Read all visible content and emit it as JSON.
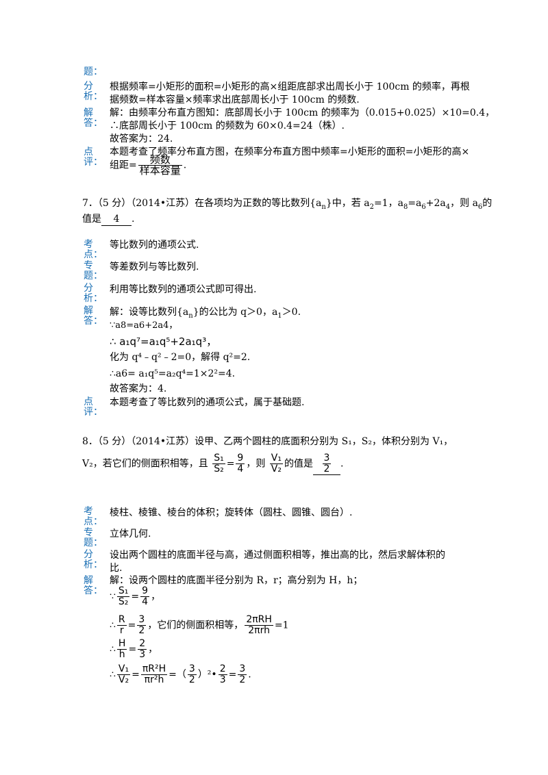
{
  "top": {
    "ti_tail": "题：",
    "fenxi_1": "分",
    "fenxi_2": "析：",
    "fenxi_line1": "根据频率=小矩形的面积=小矩形的高×组距底部求出周长小于 100cm 的频率，再根",
    "fenxi_line2": "据频数=样本容量×频率求出底部周长小于 100cm 的频数.",
    "jieda_1": "解",
    "jieda_2": "答：",
    "jie_line1": "解：由频率分布直方图知：底部周长小于 100cm 的频率为（0.015+0.025）×10=0.4，",
    "jie_line2": "∴底部周长小于 100cm 的频数为 60×0.4=24（株）.",
    "jie_line3": "故答案为：24.",
    "dianping_1": "点",
    "dianping_2": "评：",
    "dp_line1": "本题考查了频率分布直方图，在频率分布直方图中频率=小矩形的面积=小矩形的高×",
    "dp_line2_pre": "组距=",
    "dp_frac_num": "频数",
    "dp_frac_den": "样本容量",
    "dp_line2_post": "."
  },
  "q7": {
    "line1": "7．（5 分）（2014•江苏）在各项均为正数的等比数列{a",
    "line1_b": "}中，若 a",
    "line1_c": "=1，a",
    "line1_d": "=a",
    "line1_e": "+2a",
    "line1_f": "，则 a",
    "line1_g": "的",
    "sub_n": "n",
    "sub_2": "2",
    "sub_8": "8",
    "sub_6": "6",
    "sub_4": "4",
    "line2_pre": "值是",
    "answer": "4",
    "line2_post": ".",
    "kaodian_1": "考",
    "kaodian_2": "点：",
    "kaodian": "等比数列的通项公式.",
    "zhuanti_1": "专",
    "zhuanti_2": "题：",
    "zhuanti": "等差数列与等比数列.",
    "fenxi_1": "分",
    "fenxi_2": "析：",
    "fenxi": "利用等比数列的通项公式即可得出.",
    "jieda_1": "解",
    "jieda_2": "答：",
    "s1": "解：设等比数列{a",
    "s1b": "}的公比为 q＞0，a",
    "s1c": "＞0.",
    "s1_sub_n": "n",
    "s1_sub_1": "1",
    "s2": "∵a8=a6+2a4，",
    "s3": "∴ a₁q⁷=a₁q⁵+2a₁q³，",
    "s4": "化为 q⁴﹣q²﹣2=0，解得 q²=2.",
    "s5": "∴a6= a₁q⁵=a₂q⁴=1×2²=4.",
    "s6": "故答案为：4.",
    "dianping_1": "点",
    "dianping_2": "评：",
    "dianping": "本题考查了等比数列的通项公式，属于基础题."
  },
  "q8": {
    "line1": "8．（5 分）（2014•江苏）设甲、乙两个圆柱的底面积分别为 S₁，S₂，体积分别为 V₁，",
    "line2_pre": "V₂，若它们的侧面积相等，且",
    "f1_num": "S₁",
    "f1_den": "S₂",
    "f1_eq": "=",
    "f1_num2": "9",
    "f1_den2": "4",
    "line2_mid": "，则",
    "f2_num": "V₁",
    "f2_den": "V₂",
    "line2_mid2": "的值是",
    "ans_num": "3",
    "ans_den": "2",
    "line2_post": ".",
    "kaodian_1": "考",
    "kaodian_2": "点：",
    "kaodian": "棱柱、棱锥、棱台的体积；旋转体（圆柱、圆锥、圆台）.",
    "zhuanti_1": "专",
    "zhuanti_2": "题：",
    "zhuanti": "立体几何.",
    "fenxi_1": "分",
    "fenxi_2": "析：",
    "fenxi_line1": "设出两个圆柱的底面半径与高，通过侧面积相等，推出高的比，然后求解体积的",
    "fenxi_line2": "比.",
    "jieda_1": "解",
    "jieda_2": "答：",
    "s1": "解：设两个圆柱的底面半径分别为 R，r；高分别为 H，h；",
    "s2_pre": "∵",
    "s2_num": "S₁",
    "s2_den": "S₂",
    "s2_eq": "=",
    "s2_num2": "9",
    "s2_den2": "4",
    "s2_post": "，",
    "s3_pre": "∴",
    "s3_num": "R",
    "s3_den": "r",
    "s3_eq": "=",
    "s3_num2": "3",
    "s3_den2": "2",
    "s3_mid": "，它们的侧面积相等，",
    "s3_fnum": "2πRH",
    "s3_fden": "2πrh",
    "s3_post": "=1",
    "s4_pre": "∴",
    "s4_num": "H",
    "s4_den": "h",
    "s4_eq": "=",
    "s4_num2": "2",
    "s4_den2": "3",
    "s4_post": "，",
    "s5_pre": "∴",
    "s5_num": "V₁",
    "s5_den": "V₂",
    "s5_eq": "=",
    "s5_num2": "πR²H",
    "s5_den2": "πr²h",
    "s5_eq2": "=（",
    "s5_num3": "3",
    "s5_den3": "2",
    "s5_mid": "）²•",
    "s5_num4": "2",
    "s5_den4": "3",
    "s5_eq3": "=",
    "s5_num5": "3",
    "s5_den5": "2",
    "s5_post": "."
  }
}
